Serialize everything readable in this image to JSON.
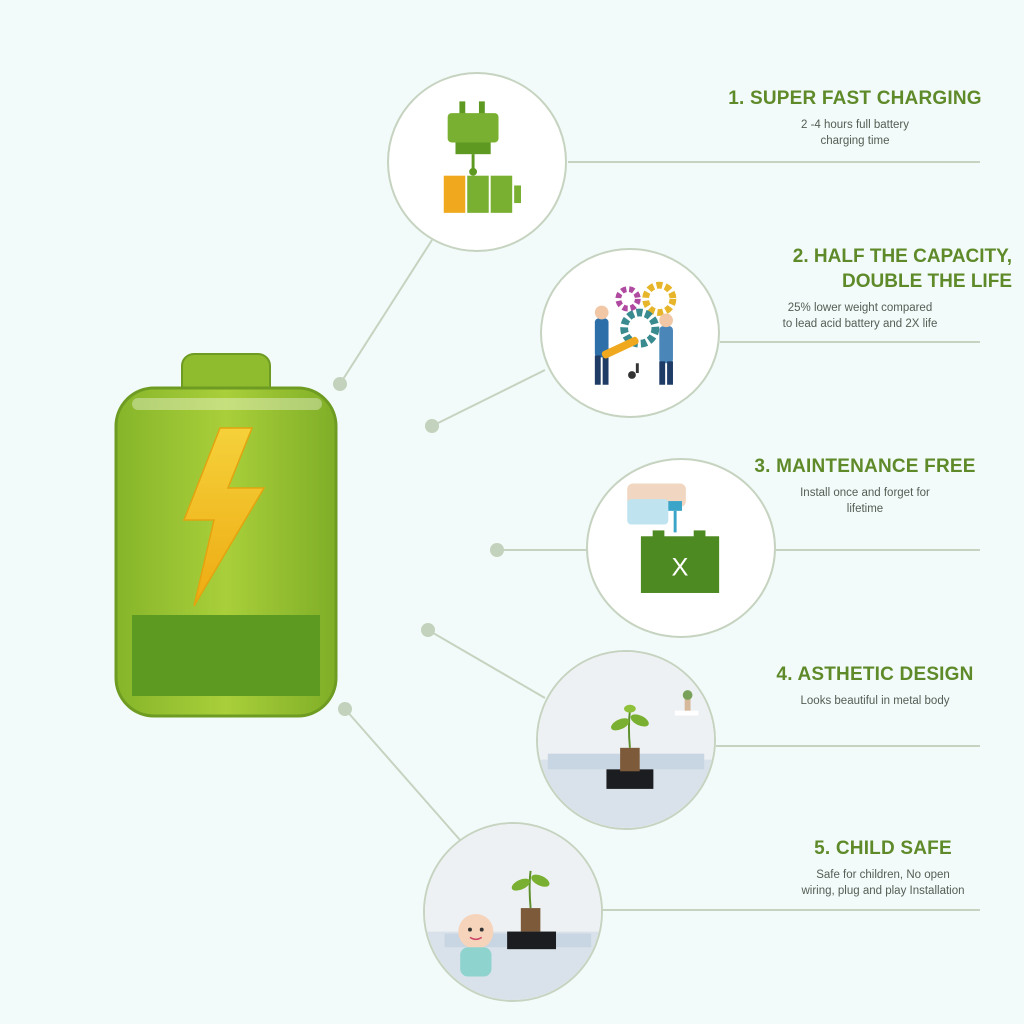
{
  "colors": {
    "background": "#f2fbf9",
    "title_green": "#5f8a2a",
    "battery_light": "#9fc636",
    "battery_dark": "#5e9a22",
    "bolt": "#f2c21b",
    "line": "#c6d3c0"
  },
  "battery": {
    "icon": "charging-battery-icon",
    "charge_level": 0.3
  },
  "features": [
    {
      "title": "1. SUPER FAST CHARGING",
      "desc_lines": [
        "2 -4 hours full battery",
        "charging time"
      ],
      "icon": "charger-battery-icon"
    },
    {
      "title_lines": [
        "2. HALF THE CAPACITY,",
        "DOUBLE THE LIFE"
      ],
      "desc_lines": [
        "25% lower weight compared",
        "to lead acid battery and 2X life"
      ],
      "icon": "gears-workers-icon"
    },
    {
      "title": "3. MAINTENANCE FREE",
      "desc_lines": [
        "Install once and forget for",
        "lifetime"
      ],
      "icon": "no-water-battery-icon",
      "icon_label": "X"
    },
    {
      "title": "4. ASTHETIC DESIGN",
      "desc_lines": [
        "Looks beautiful in metal body"
      ],
      "icon": "plant-on-battery-icon"
    },
    {
      "title": "5. CHILD SAFE",
      "desc_lines": [
        "Safe for children, No open",
        "wiring, plug and play Installation"
      ],
      "icon": "baby-with-battery-icon"
    }
  ]
}
